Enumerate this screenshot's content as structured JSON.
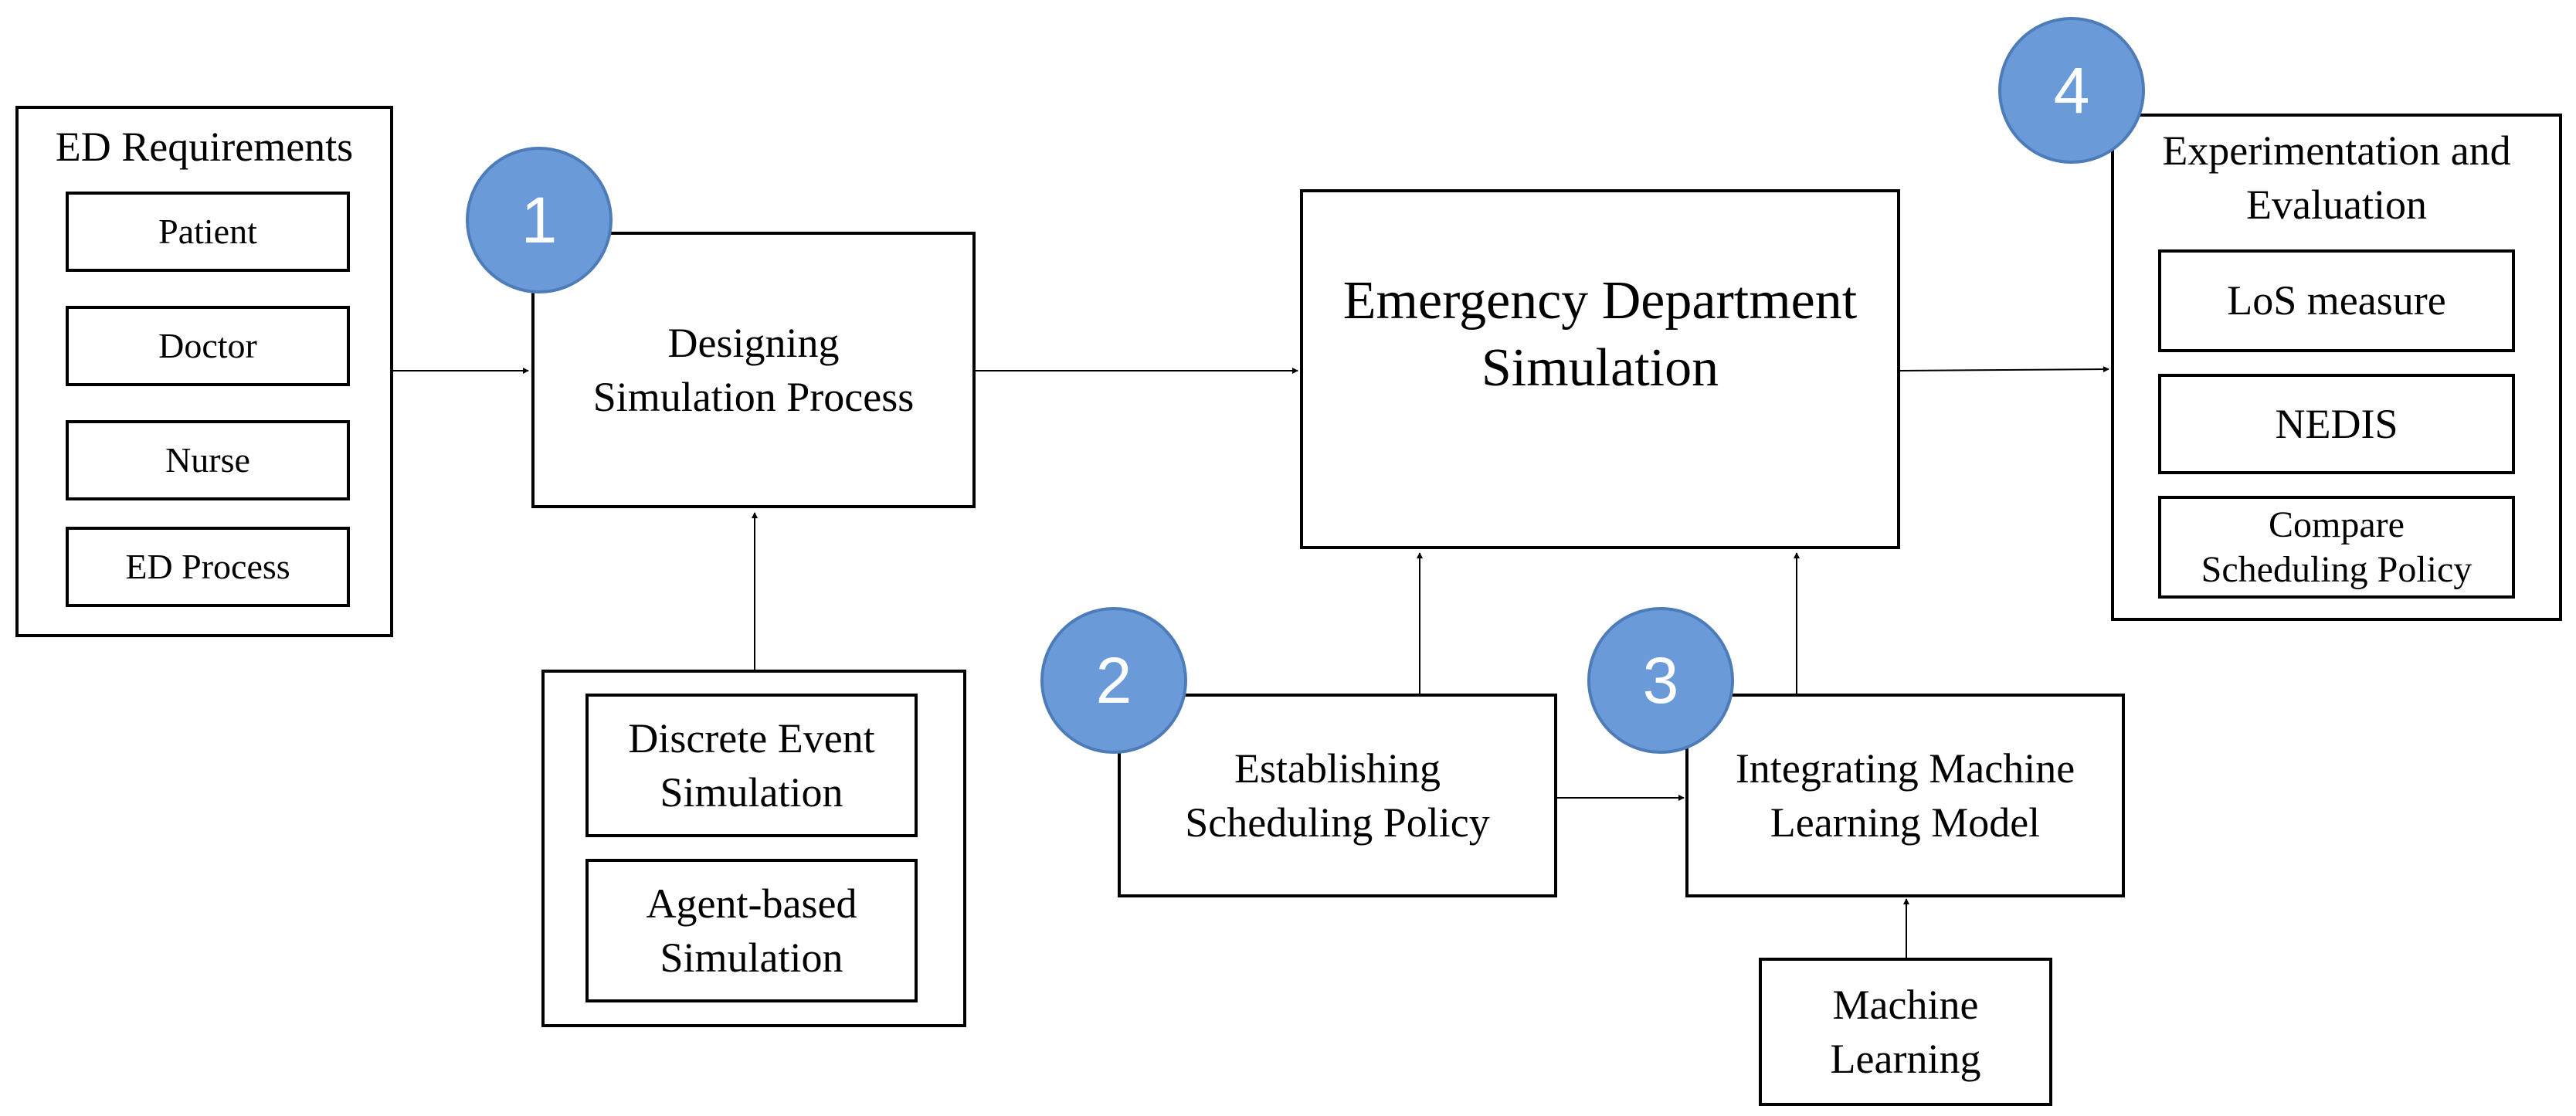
{
  "steps": [
    {
      "number": "1",
      "label": "Designing\nSimulation Process"
    },
    {
      "number": "2",
      "label": "Establishing\nScheduling Policy"
    },
    {
      "number": "3",
      "label": "Integrating Machine\nLearning Model"
    },
    {
      "number": "4",
      "label": "Experimentation and\nEvaluation"
    }
  ],
  "requirements": {
    "title": "ED Requirements",
    "items": [
      "Patient",
      "Doctor",
      "Nurse",
      "ED Process"
    ]
  },
  "methods": [
    "Discrete Event\nSimulation",
    "Agent-based\nSimulation"
  ],
  "simulation": {
    "label": "Emergency Department\nSimulation"
  },
  "machine_learning": {
    "label": "Machine\nLearning"
  },
  "evaluation": {
    "items": [
      "LoS measure",
      "NEDIS",
      "Compare\nScheduling Policy"
    ]
  },
  "colors": {
    "badge_fill": "#6a9bd8",
    "badge_border": "#4d7cb8",
    "line": "#000000"
  }
}
